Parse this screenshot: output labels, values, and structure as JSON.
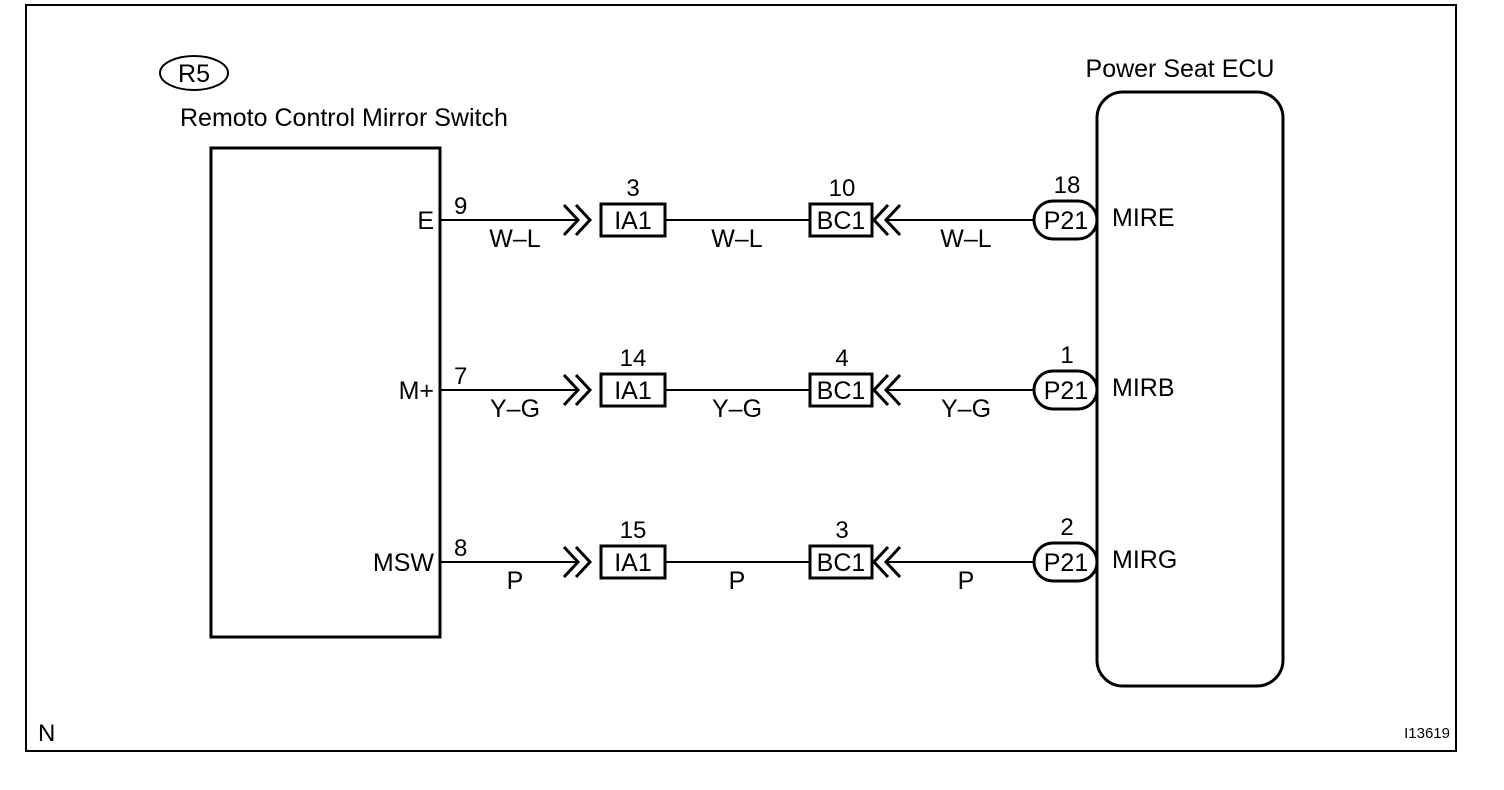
{
  "switch_component": {
    "id": "R5",
    "name": "Remoto Control Mirror Switch",
    "terminals": [
      "E",
      "M+",
      "MSW"
    ]
  },
  "ecu_component": {
    "name": "Power Seat ECU",
    "terminals": [
      "MIRE",
      "MIRB",
      "MIRG"
    ]
  },
  "circuits": [
    {
      "switch_terminal": "E",
      "switch_pin": "9",
      "wire_color": "W–L",
      "connector1": {
        "name": "IA1",
        "pin": "3"
      },
      "connector2": {
        "name": "BC1",
        "pin": "10"
      },
      "ecu_connector": {
        "name": "P21",
        "pin": "18"
      },
      "ecu_terminal": "MIRE"
    },
    {
      "switch_terminal": "M+",
      "switch_pin": "7",
      "wire_color": "Y–G",
      "connector1": {
        "name": "IA1",
        "pin": "14"
      },
      "connector2": {
        "name": "BC1",
        "pin": "4"
      },
      "ecu_connector": {
        "name": "P21",
        "pin": "1"
      },
      "ecu_terminal": "MIRB"
    },
    {
      "switch_terminal": "MSW",
      "switch_pin": "8",
      "wire_color": "P",
      "connector1": {
        "name": "IA1",
        "pin": "15"
      },
      "connector2": {
        "name": "BC1",
        "pin": "3"
      },
      "ecu_connector": {
        "name": "P21",
        "pin": "2"
      },
      "ecu_terminal": "MIRG"
    }
  ],
  "footer": {
    "left_code": "N",
    "figure_code": "I13619"
  }
}
